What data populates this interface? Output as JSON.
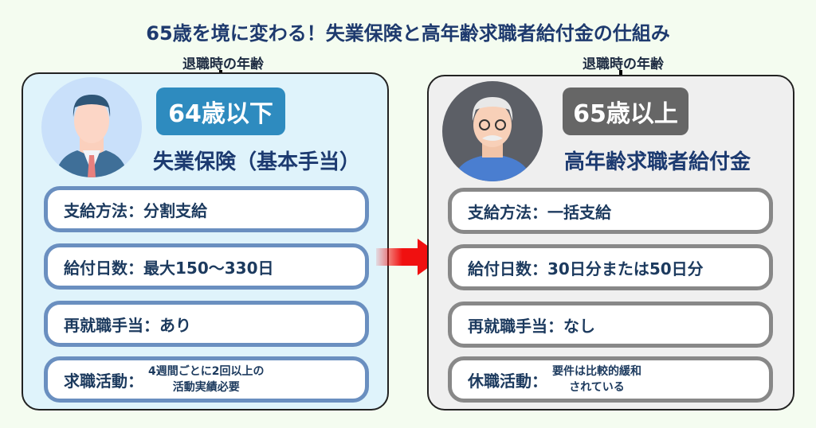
{
  "title": "65歳を境に変わる！失業保険と高年齢求職者給付金の仕組み",
  "left": {
    "caption": "退職時の年齢",
    "badge": "64歳以下",
    "subtitle": "失業保険（基本手当）",
    "items": [
      {
        "label": "支給方法：分割支給"
      },
      {
        "label": "給付日数：最大150〜330日"
      },
      {
        "label": "再就職手当：あり"
      },
      {
        "label": "求職活動：",
        "detail1": "4週間ごとに2回以上の",
        "detail2": "活動実績必要"
      }
    ]
  },
  "right": {
    "caption": "退職時の年齢",
    "badge": "65歳以上",
    "subtitle": "高年齢求職者給付金",
    "items": [
      {
        "label": "支給方法：一括支給"
      },
      {
        "label": "給付日数：30日分または50日分"
      },
      {
        "label": "再就職手当：なし"
      },
      {
        "label": "休職活動：",
        "detail1": "要件は比較的緩和",
        "detail2": "されている"
      }
    ]
  },
  "colors": {
    "left_bg": "#dff3fb",
    "right_bg": "#efefef",
    "left_badge": "#2e8bbf",
    "right_badge": "#666666",
    "left_border": "#6a8fc0",
    "right_border": "#888888",
    "arrow": "#f01010"
  }
}
